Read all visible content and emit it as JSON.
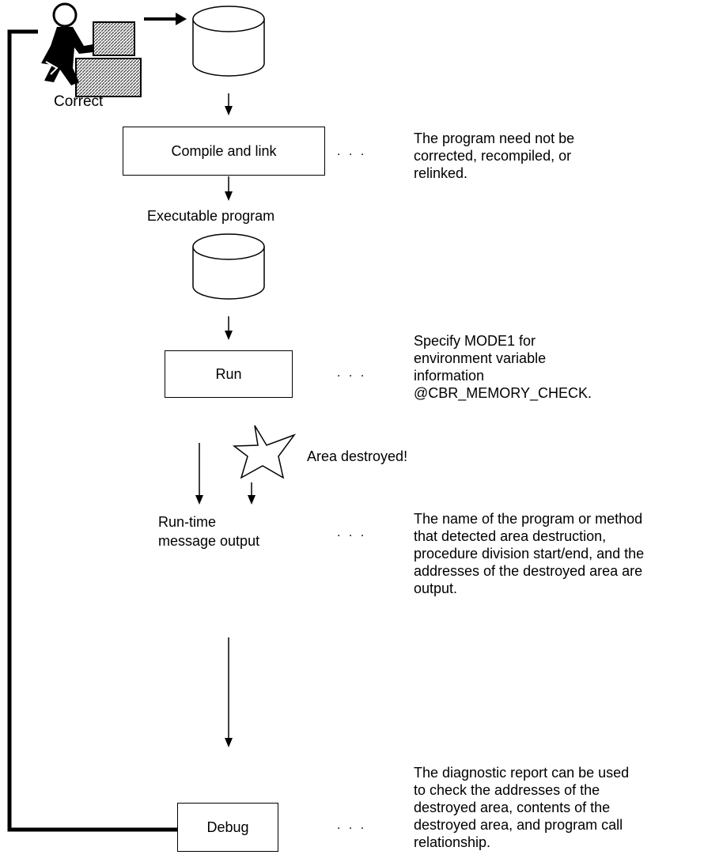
{
  "person_label": "Correct",
  "steps": {
    "compile": "Compile and link",
    "executable_label": "Executable program",
    "run": "Run",
    "area_destroyed": "Area destroyed!",
    "runtime_line1": "Run-time",
    "runtime_line2": "message output",
    "debug": "Debug"
  },
  "ellipsis": ". . .",
  "notes": {
    "compile": [
      "The program need not be",
      "corrected, recompiled, or",
      "relinked."
    ],
    "run": [
      "Specify MODE1 for",
      "environment variable",
      "information",
      "@CBR_MEMORY_CHECK."
    ],
    "runtime": [
      "The name of the program or method",
      "that detected area destruction,",
      "procedure division start/end, and the",
      "addresses of the destroyed area are",
      "output."
    ],
    "debug": [
      "The diagnostic report can be used",
      "to check the addresses of the",
      "destroyed area, contents of the",
      "destroyed area, and program call",
      "relationship."
    ]
  },
  "icons": {
    "person": "person-at-computer-icon",
    "disk_top": "disk-icon",
    "disk_exec": "disk-icon",
    "star": "burst-star-icon"
  }
}
